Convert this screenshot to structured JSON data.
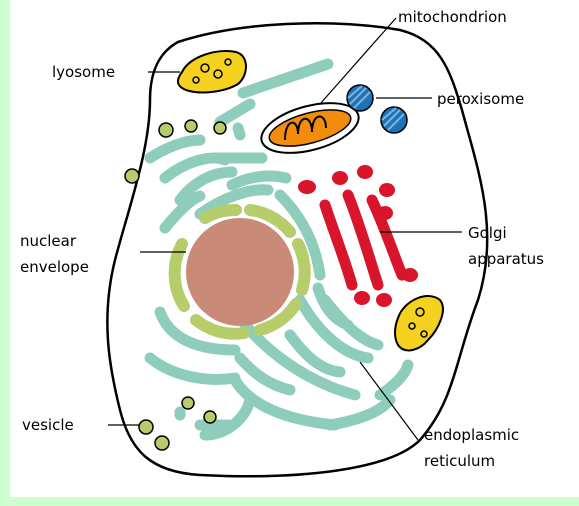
{
  "labels": {
    "mitochondrion": "mitochondrion",
    "lyosome": "lyosome",
    "peroxisome": "peroxisome",
    "nuclear": "nuclear",
    "envelope": "envelope",
    "golgi": "Golgi",
    "apparatus": "apparatus",
    "vesicle": "vesicle",
    "endoplasmic": "endoplasmic",
    "reticulum": "reticulum"
  },
  "colors": {
    "background": "#ccffcc",
    "membrane": "#000000",
    "er": "#8ecdbc",
    "nuclear_envelope": "#b7cc6a",
    "nucleus": "#c98b78",
    "golgi": "#d8152a",
    "lysosome": "#f4d21f",
    "mitochondrion_outer": "#ffffff",
    "mitochondrion_inner": "#f28c0c",
    "peroxisome": "#1d73b8",
    "vesicle": "#b7cc6a"
  }
}
